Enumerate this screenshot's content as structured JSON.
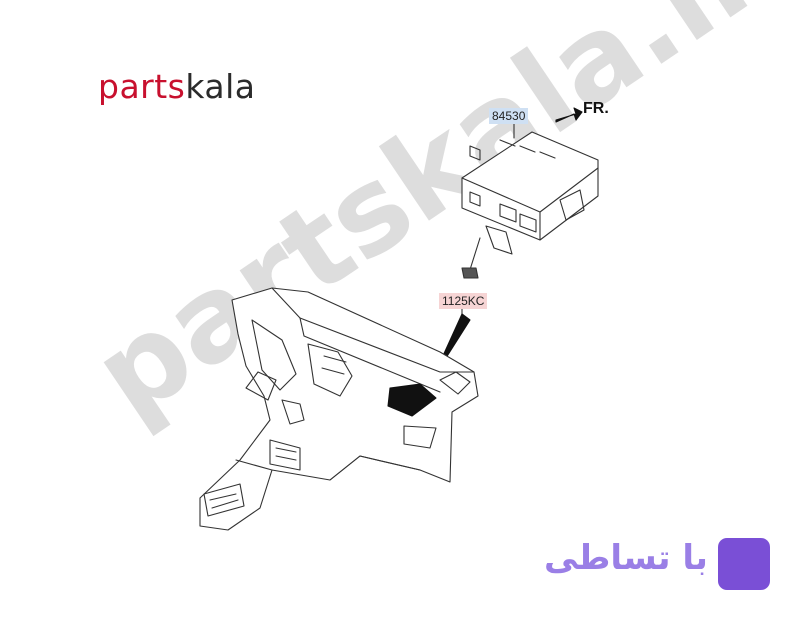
{
  "logo": {
    "part1": "parts",
    "part2": "kala"
  },
  "watermark": {
    "text": "partskala.ir"
  },
  "callouts": {
    "airbag_module": "84530",
    "bolt": "1125KC"
  },
  "direction_label": "FR.",
  "brand": {
    "text": "با تساطی"
  },
  "colors": {
    "logo_red": "#c8102e",
    "brand_purple": "#7a4fd6",
    "callout_blue": "#cfe0f3",
    "callout_red": "#f6d4d4"
  }
}
